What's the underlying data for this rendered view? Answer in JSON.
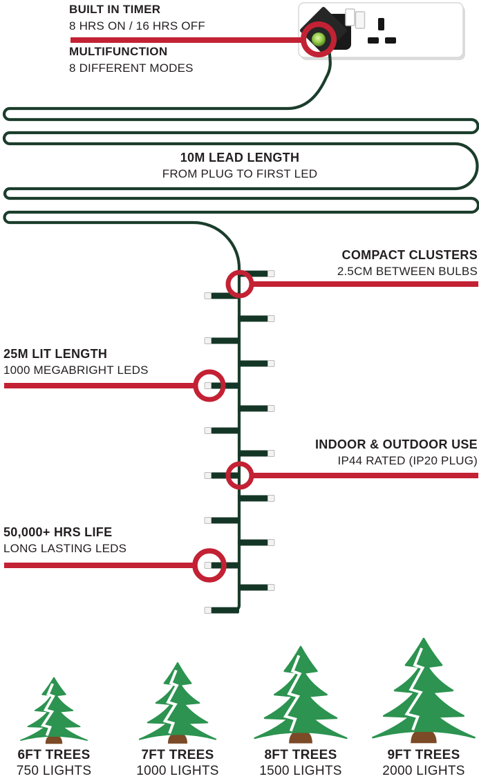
{
  "colors": {
    "red": "#c32134",
    "wire": "#1b3d2c",
    "bulb": "#143626",
    "bulb_tip": "#f2f2f2",
    "bulb_tip_border": "#b9b9b9",
    "tree_green": "#2c9350",
    "trunk_brown": "#7c4a27",
    "text": "#231f20",
    "led_green": "#8fc843"
  },
  "callouts": {
    "timer": {
      "title": "BUILT IN TIMER",
      "subtitle": "8 HRS ON / 16 HRS OFF"
    },
    "multifunction": {
      "title": "MULTIFUNCTION",
      "subtitle": "8 DIFFERENT MODES"
    },
    "lead_length": {
      "title": "10M LEAD LENGTH",
      "subtitle": "FROM PLUG TO FIRST LED"
    },
    "compact_clusters": {
      "title": "COMPACT CLUSTERS",
      "subtitle": "2.5CM BETWEEN BULBS"
    },
    "lit_length": {
      "title": "25M LIT LENGTH",
      "subtitle": "1000 MEGABRIGHT LEDS"
    },
    "indoor_outdoor": {
      "title": "INDOOR & OUTDOOR USE",
      "subtitle": "IP44 RATED (IP20 PLUG)"
    },
    "lifespan": {
      "title": "50,000+ HRS LIFE",
      "subtitle": "LONG LASTING LEDS"
    }
  },
  "trees": [
    {
      "size": "6FT TREES",
      "lights": "750 LIGHTS"
    },
    {
      "size": "7FT TREES",
      "lights": "1000 LIGHTS"
    },
    {
      "size": "8FT TREES",
      "lights": "1500 LIGHTS"
    },
    {
      "size": "9FT TREES",
      "lights": "2000 LIGHTS"
    }
  ]
}
